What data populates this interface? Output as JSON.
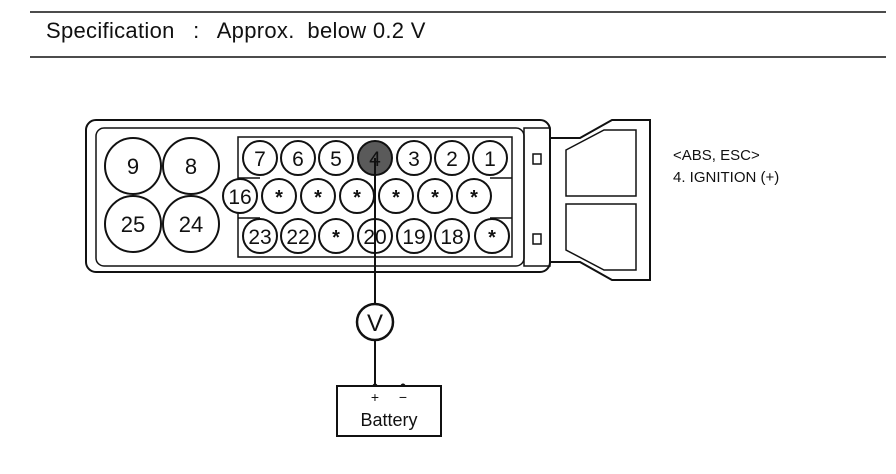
{
  "specification": {
    "label": "Specification",
    "separator": ":",
    "value": "Approx.  below 0.2 V"
  },
  "legend": {
    "system": "<ABS, ESC>",
    "pin_function": "4. IGNITION (+)"
  },
  "connector": {
    "large_pins": [
      "9",
      "8",
      "25",
      "24"
    ],
    "top_row": [
      "7",
      "6",
      "5",
      "4",
      "3",
      "2",
      "1"
    ],
    "middle_row": [
      "16",
      "*",
      "*",
      "*",
      "*",
      "*",
      "*"
    ],
    "bottom_row": [
      "23",
      "22",
      "*",
      "20",
      "19",
      "18",
      "*"
    ],
    "highlighted_pin": "4"
  },
  "meter": {
    "symbol": "V"
  },
  "battery": {
    "label": "Battery",
    "positive": "+",
    "negative": "−"
  }
}
